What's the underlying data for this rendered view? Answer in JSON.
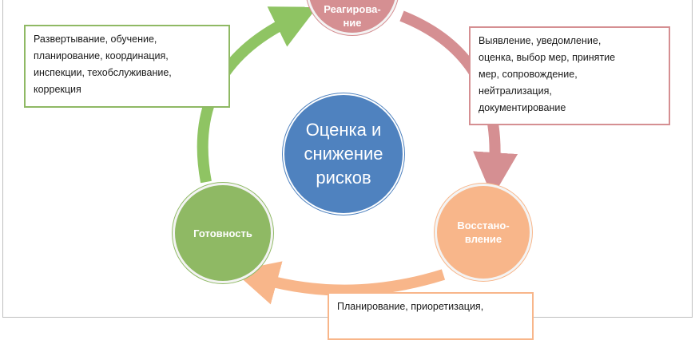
{
  "diagram": {
    "center": {
      "label": "Оценка и\nснижение\nрисков",
      "color": "#4f82bf"
    },
    "nodes": [
      {
        "id": "respond",
        "label": "Реагирова-\nние",
        "color": "#d58f92"
      },
      {
        "id": "recover",
        "label": "Восстано-\nвление",
        "color": "#f8b68a"
      },
      {
        "id": "ready",
        "label": "Готовность",
        "color": "#8fb964"
      }
    ],
    "boxes": {
      "ready": "Развертывание, обучение,\nпланирование, координация,\nинспекции, техобслуживание,\nкоррекция",
      "respond": "Выявление, уведомление,\nоценка, выбор мер, принятие\nмер, сопровождение,\nнейтрализация,\nдокументирование",
      "recover": "Планирование, приоретизация,"
    },
    "arrows": [
      {
        "from": "ready",
        "to": "respond",
        "color": "#8fc463"
      },
      {
        "from": "respond",
        "to": "recover",
        "color": "#d58f92"
      },
      {
        "from": "recover",
        "to": "ready",
        "color": "#f8b68a"
      }
    ]
  }
}
